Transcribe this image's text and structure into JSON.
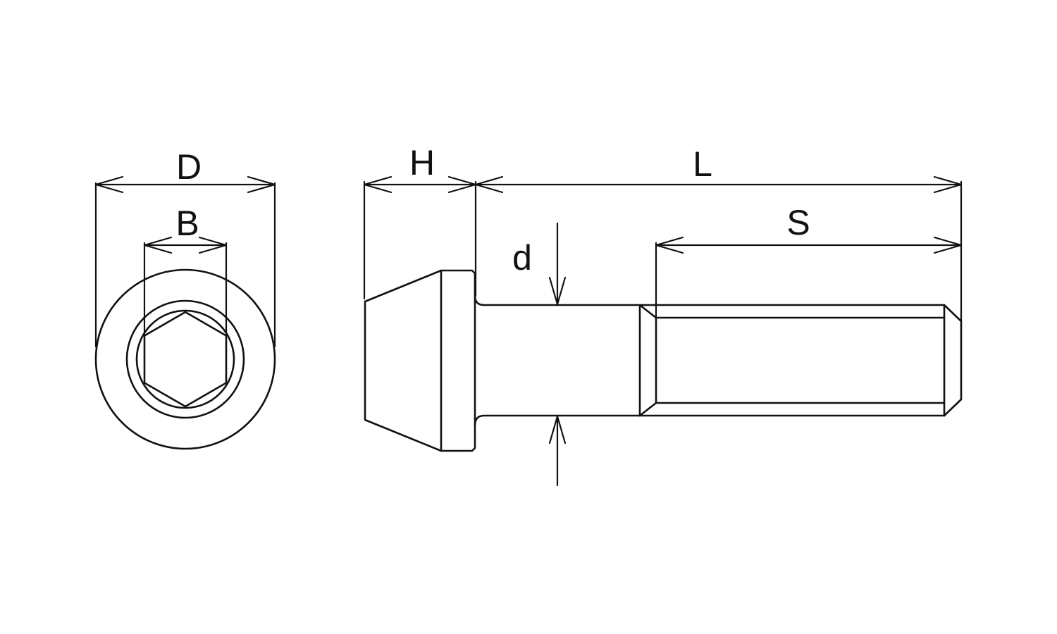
{
  "dimension_labels": {
    "D": "D",
    "B": "B",
    "H": "H",
    "L": "L",
    "S": "S",
    "d": "d"
  },
  "colors": {
    "line": "#111111",
    "background": "#ffffff"
  }
}
